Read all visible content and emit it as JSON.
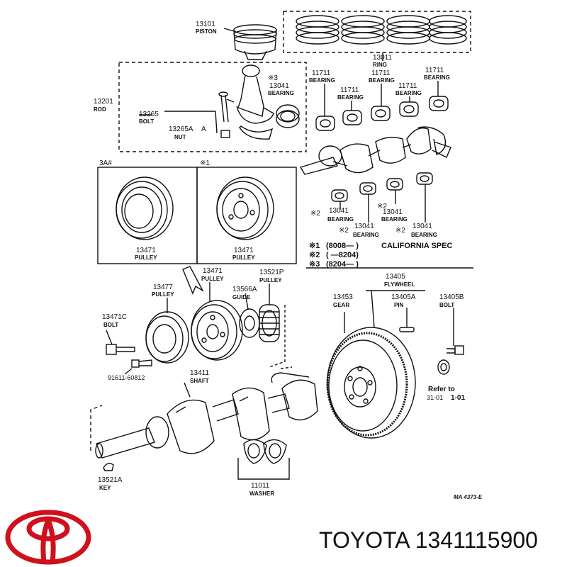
{
  "brand": {
    "text": "TOYOTA 1341115900",
    "logo_color": "#d0101b"
  },
  "diagram": {
    "line_color": "#111111",
    "background": "#ffffff",
    "parts": {
      "piston": {
        "number": "13101",
        "name": "PISTON"
      },
      "ring": {
        "number": "13011",
        "name": "RING"
      },
      "rod": {
        "number": "13201",
        "name": "ROD"
      },
      "rod_bolt": {
        "number": "13265",
        "name": "BOLT"
      },
      "rod_nut": {
        "number": "13265A",
        "name": "NUT",
        "mark": "A"
      },
      "rod_bearing": {
        "number": "13041",
        "name": "BEARING",
        "mark": "※3"
      },
      "main_bearings": [
        {
          "number": "11711",
          "name": "BEARING"
        },
        {
          "number": "11711",
          "name": "BEARING"
        },
        {
          "number": "11711",
          "name": "BEARING"
        },
        {
          "number": "11711",
          "name": "BEARING"
        },
        {
          "number": "11711",
          "name": "BEARING"
        }
      ],
      "lower_bearings": [
        {
          "mark": "※2",
          "number": "13041",
          "name": "BEARING"
        },
        {
          "mark": "※2",
          "number": "13041",
          "name": "BEARING"
        },
        {
          "mark": "※2",
          "number": "13041",
          "name": "BEARING"
        },
        {
          "mark": "※2",
          "number": "13041",
          "name": "BEARING"
        }
      ],
      "pulley_3a": {
        "header": "3A#",
        "number": "13471",
        "name": "PULLEY"
      },
      "pulley_m1": {
        "header": "※1",
        "number": "13471",
        "name": "PULLEY"
      },
      "pulley_13477": {
        "number": "13477",
        "name": "PULLEY"
      },
      "pulley_13471": {
        "number": "13471",
        "name": "PULLEY"
      },
      "pulley_13521p": {
        "number": "13521P",
        "name": "PULLEY"
      },
      "guide": {
        "number": "13566A",
        "name": "GUIDE"
      },
      "bolt_13471c": {
        "number": "13471C",
        "name": "BOLT"
      },
      "bolt_91611": {
        "number": "91611-60812"
      },
      "shaft": {
        "number": "13411",
        "name": "SHAFT"
      },
      "key": {
        "number": "13521A",
        "name": "KEY"
      },
      "washer": {
        "number": "11011",
        "name": "WASHER"
      },
      "flywheel": {
        "number": "13405",
        "name": "FLYWHEEL"
      },
      "gear": {
        "number": "13453",
        "name": "GEAR"
      },
      "pin": {
        "number": "13405A",
        "name": "PIN"
      },
      "fly_bolt": {
        "number": "13405B",
        "name": "BOLT"
      }
    },
    "notes": [
      {
        "mark": "※1",
        "text": "(8008—      )",
        "tail": "CALIFORNIA SPEC"
      },
      {
        "mark": "※2",
        "text": "(        —8204)"
      },
      {
        "mark": "※3",
        "text": "(8204—      )"
      }
    ],
    "refer": {
      "line1": "Refer to",
      "line2a": "31-01",
      "line2b": "1-01"
    },
    "code": "MA 4373-E"
  }
}
